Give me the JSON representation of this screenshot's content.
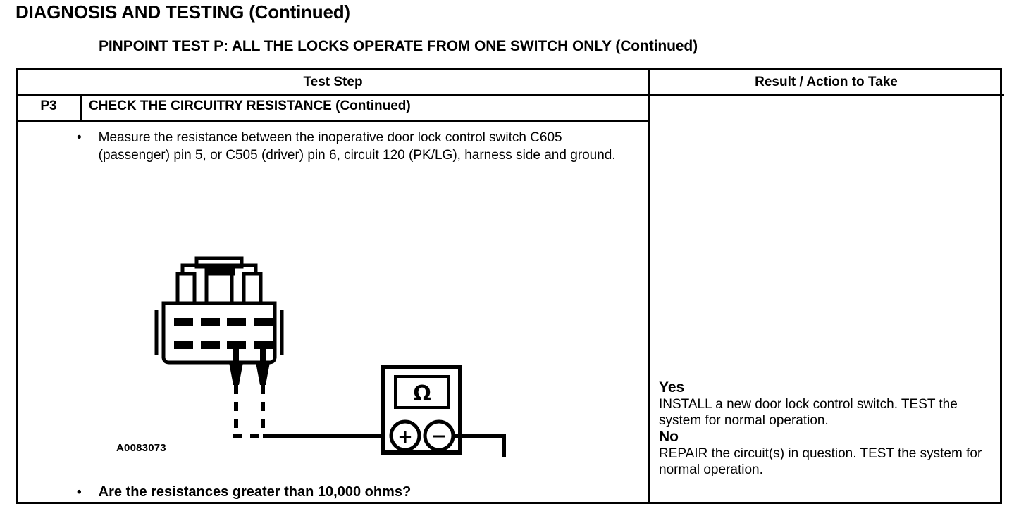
{
  "page": {
    "title": "DIAGNOSIS AND TESTING (Continued)",
    "pinpoint_test_title": "PINPOINT TEST  P: ALL THE LOCKS OPERATE FROM ONE SWITCH ONLY (Continued)"
  },
  "table": {
    "headers": {
      "test_step": "Test Step",
      "result_action": "Result / Action to Take"
    },
    "step": {
      "code": "P3",
      "title": "CHECK THE CIRCUITRY RESISTANCE (Continued)",
      "bullet_marker": "•",
      "instruction": "Measure the resistance between the inoperative door lock control switch C605 (passenger) pin 5, or C505 (driver) pin 6, circuit 120 (PK/LG), harness side and ground.",
      "question": "Are the resistances greater than 10,000 ohms?"
    },
    "results": [
      {
        "label": "Yes",
        "text": "INSTALL a new door lock control switch. TEST the system for normal operation."
      },
      {
        "label": "No",
        "text": "REPAIR the circuit(s) in question. TEST the system for normal operation."
      }
    ]
  },
  "figure": {
    "id": "A0083073",
    "meter_display_symbol": "Ω",
    "positive_terminal": "+",
    "negative_terminal": "−",
    "connector_pin_count": 8,
    "connector_rows": 2
  },
  "colors": {
    "ink": "#000000",
    "paper": "#ffffff"
  }
}
